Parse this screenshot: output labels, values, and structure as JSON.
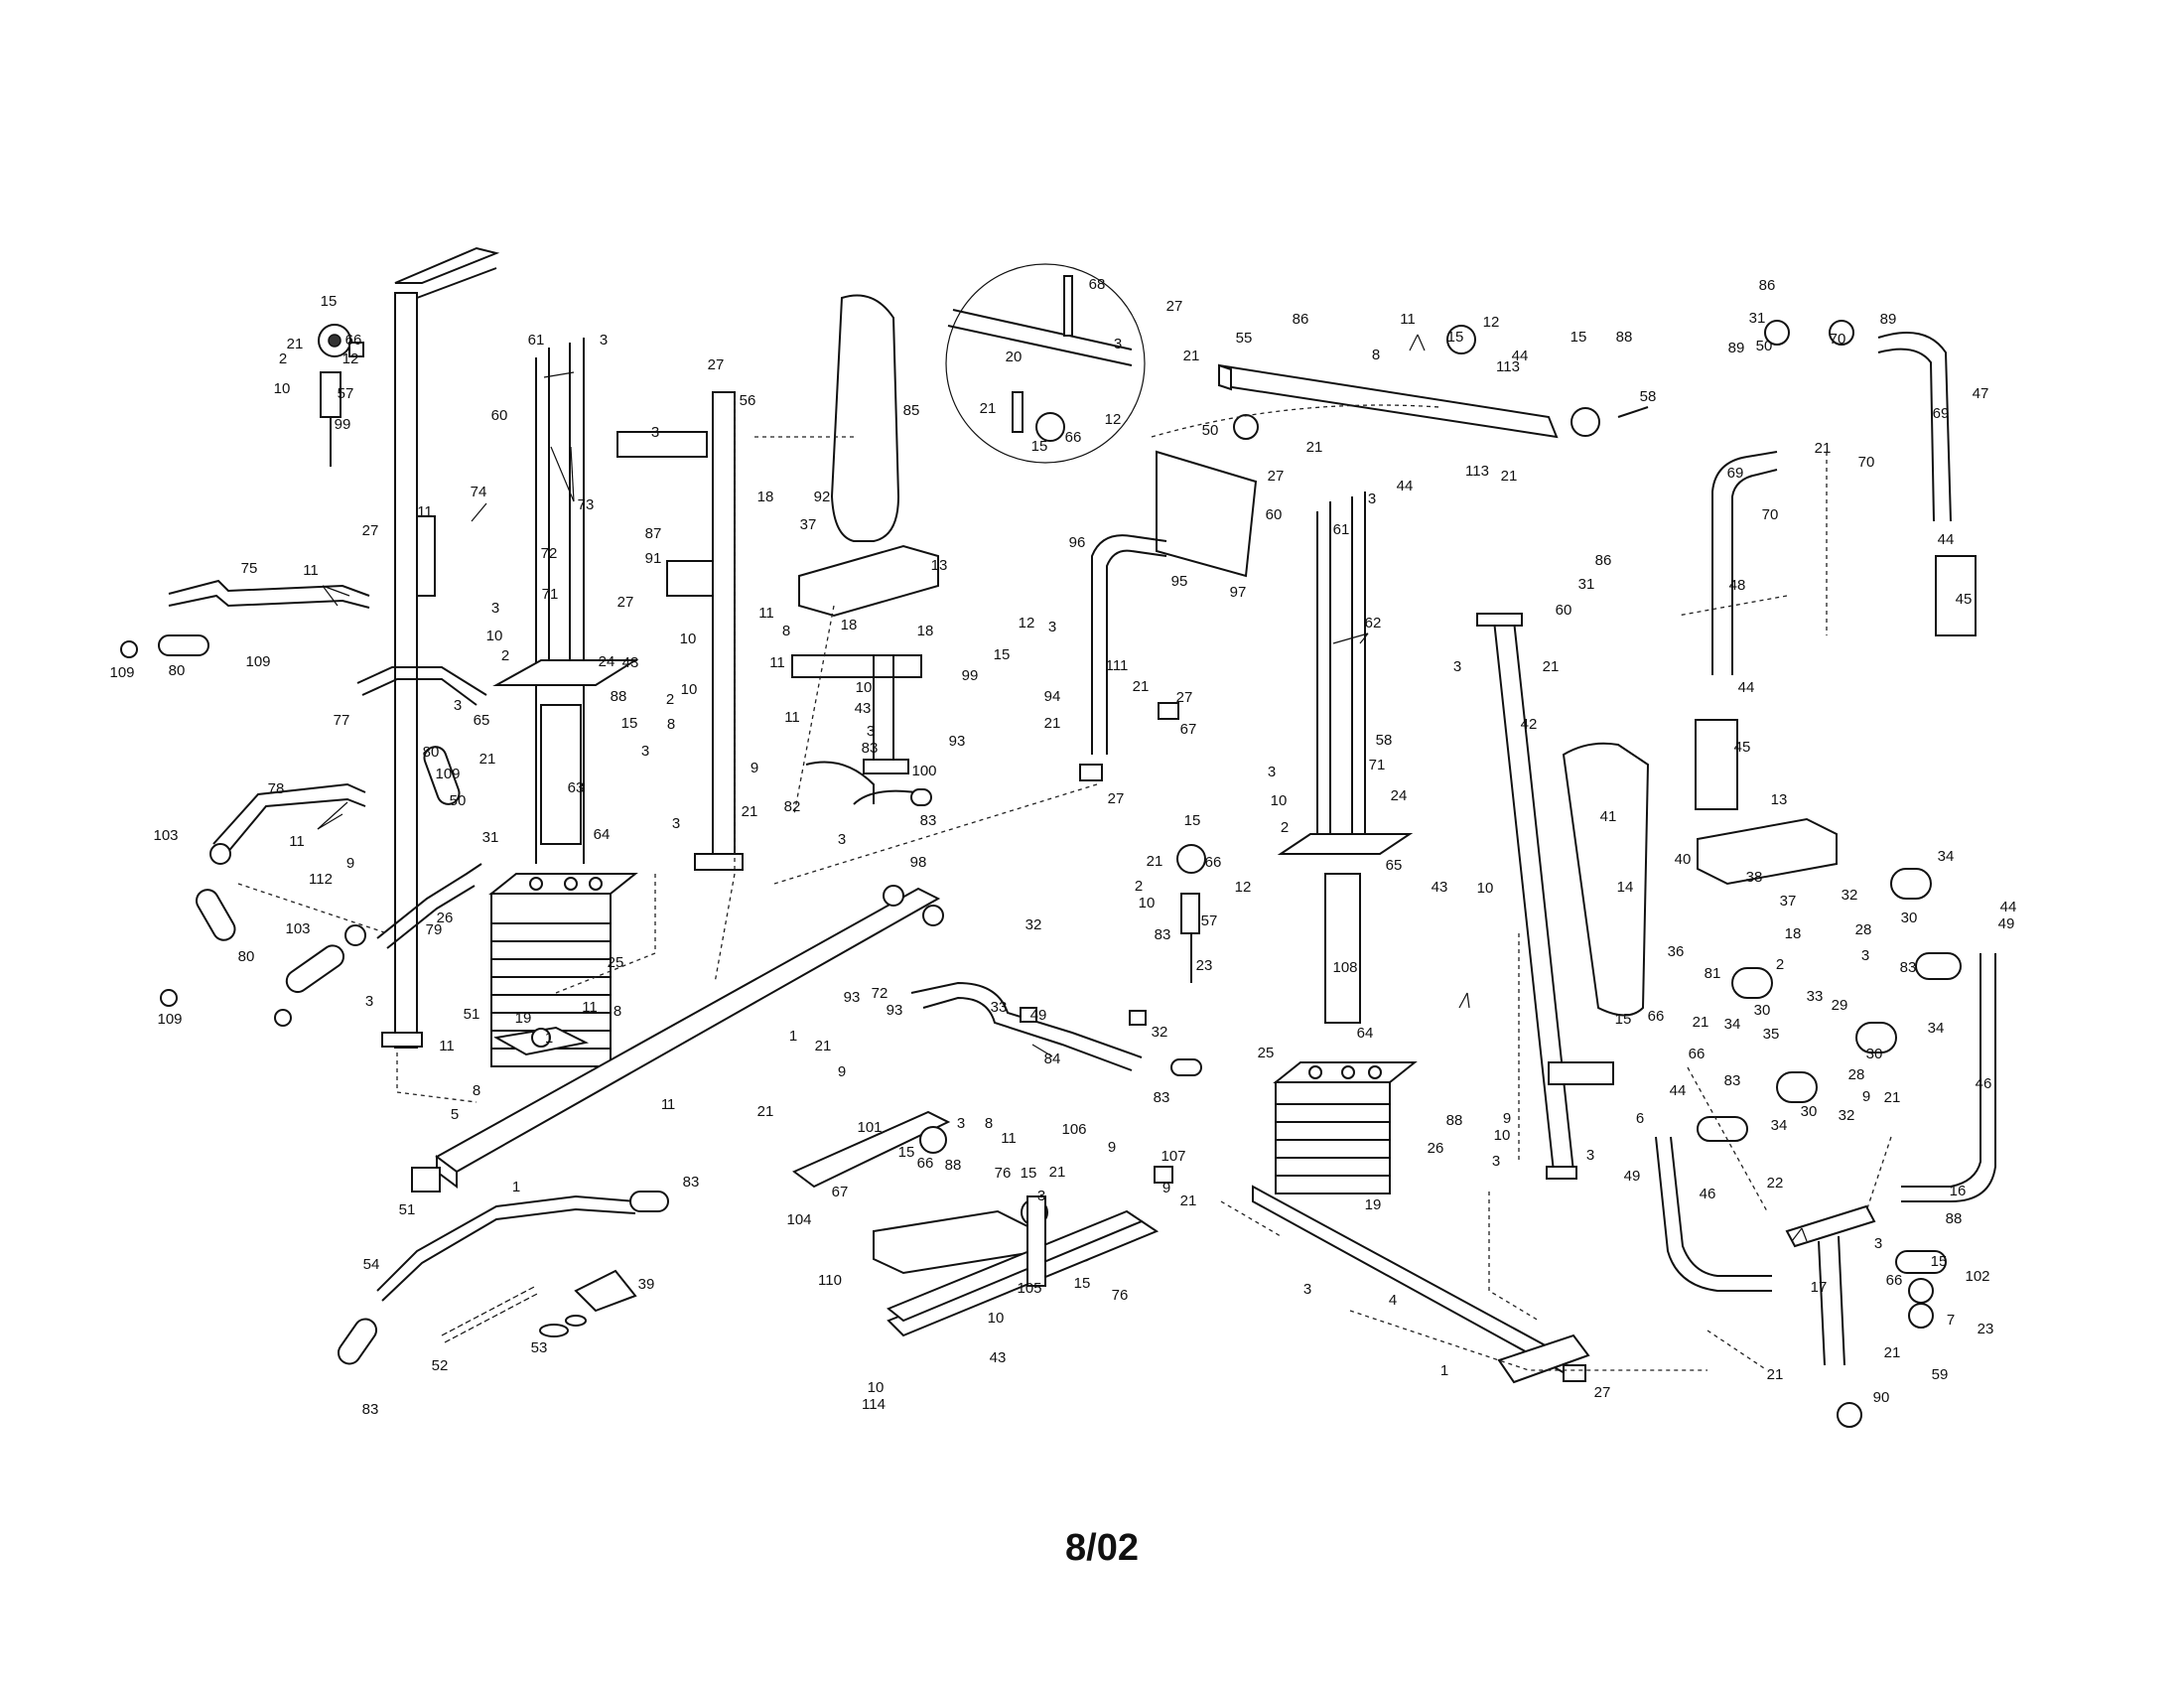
{
  "footer": {
    "date": "8/02"
  },
  "labels": [
    {
      "id": "l1",
      "t": "15"
    },
    {
      "id": "l2",
      "t": "21"
    },
    {
      "id": "l3",
      "t": "66"
    },
    {
      "id": "l4",
      "t": "2"
    },
    {
      "id": "l5",
      "t": "12"
    },
    {
      "id": "l6",
      "t": "10"
    },
    {
      "id": "l7",
      "t": "57"
    },
    {
      "id": "l8",
      "t": "99"
    },
    {
      "id": "l9",
      "t": "61"
    },
    {
      "id": "l10",
      "t": "3"
    },
    {
      "id": "l11",
      "t": "60"
    },
    {
      "id": "l12",
      "t": "73"
    },
    {
      "id": "l13",
      "t": "74"
    },
    {
      "id": "l14",
      "t": "27"
    },
    {
      "id": "l15",
      "t": "11"
    },
    {
      "id": "l16",
      "t": "75"
    },
    {
      "id": "l17",
      "t": "11"
    },
    {
      "id": "l18",
      "t": "3"
    },
    {
      "id": "l19",
      "t": "72"
    },
    {
      "id": "l20",
      "t": "71"
    },
    {
      "id": "l21",
      "t": "10"
    },
    {
      "id": "l22",
      "t": "2"
    },
    {
      "id": "l23",
      "t": "24"
    },
    {
      "id": "l24",
      "t": "109"
    },
    {
      "id": "l25",
      "t": "80"
    },
    {
      "id": "l26",
      "t": "109"
    },
    {
      "id": "l27",
      "t": "77"
    },
    {
      "id": "l28",
      "t": "3"
    },
    {
      "id": "l29",
      "t": "65"
    },
    {
      "id": "l30",
      "t": "63"
    },
    {
      "id": "l31",
      "t": "80"
    },
    {
      "id": "l32",
      "t": "109"
    },
    {
      "id": "l33",
      "t": "21"
    },
    {
      "id": "l34",
      "t": "78"
    },
    {
      "id": "l35",
      "t": "50"
    },
    {
      "id": "l36",
      "t": "31"
    },
    {
      "id": "l37",
      "t": "11"
    },
    {
      "id": "l38",
      "t": "103"
    },
    {
      "id": "l39",
      "t": "9"
    },
    {
      "id": "l40",
      "t": "112"
    },
    {
      "id": "l41",
      "t": "64"
    },
    {
      "id": "l42",
      "t": "26"
    },
    {
      "id": "l43",
      "t": "79"
    },
    {
      "id": "l44",
      "t": "25"
    },
    {
      "id": "l45",
      "t": "103"
    },
    {
      "id": "l46",
      "t": "80"
    },
    {
      "id": "l47",
      "t": "109"
    },
    {
      "id": "l48",
      "t": "3"
    },
    {
      "id": "l49",
      "t": "51"
    },
    {
      "id": "l50",
      "t": "19"
    },
    {
      "id": "l51",
      "t": "11"
    },
    {
      "id": "l52",
      "t": "8"
    },
    {
      "id": "l53",
      "t": "11"
    },
    {
      "id": "l54",
      "t": "8"
    },
    {
      "id": "l55",
      "t": "5"
    },
    {
      "id": "l56",
      "t": "51"
    },
    {
      "id": "l57",
      "t": "1"
    },
    {
      "id": "l58",
      "t": "1"
    },
    {
      "id": "l59",
      "t": "1"
    },
    {
      "id": "l60",
      "t": "27"
    },
    {
      "id": "l61",
      "t": "3"
    },
    {
      "id": "l62",
      "t": "56"
    },
    {
      "id": "l63",
      "t": "87"
    },
    {
      "id": "l64",
      "t": "91"
    },
    {
      "id": "l65",
      "t": "27"
    },
    {
      "id": "l66",
      "t": "43"
    },
    {
      "id": "l67",
      "t": "10"
    },
    {
      "id": "l68",
      "t": "88"
    },
    {
      "id": "l69",
      "t": "2"
    },
    {
      "id": "l70",
      "t": "10"
    },
    {
      "id": "l71",
      "t": "15"
    },
    {
      "id": "l72",
      "t": "8"
    },
    {
      "id": "l73",
      "t": "3"
    },
    {
      "id": "l74",
      "t": "9"
    },
    {
      "id": "l75",
      "t": "21"
    },
    {
      "id": "l76",
      "t": "3"
    },
    {
      "id": "l77",
      "t": "85"
    },
    {
      "id": "l78",
      "t": "92"
    },
    {
      "id": "l79",
      "t": "18"
    },
    {
      "id": "l80",
      "t": "37"
    },
    {
      "id": "l81",
      "t": "13"
    },
    {
      "id": "l82",
      "t": "11"
    },
    {
      "id": "l83",
      "t": "8"
    },
    {
      "id": "l84",
      "t": "18"
    },
    {
      "id": "l85",
      "t": "18"
    },
    {
      "id": "l86",
      "t": "11"
    },
    {
      "id": "l87",
      "t": "10"
    },
    {
      "id": "l88",
      "t": "43"
    },
    {
      "id": "l89",
      "t": "3"
    },
    {
      "id": "l90",
      "t": "11"
    },
    {
      "id": "l91",
      "t": "100"
    },
    {
      "id": "l92",
      "t": "83"
    },
    {
      "id": "l93",
      "t": "82"
    },
    {
      "id": "l94",
      "t": "3"
    },
    {
      "id": "l95",
      "t": "83"
    },
    {
      "id": "l96",
      "t": "98"
    },
    {
      "id": "l97",
      "t": "68"
    },
    {
      "id": "l98",
      "t": "20"
    },
    {
      "id": "l99",
      "t": "3"
    },
    {
      "id": "l100",
      "t": "21"
    },
    {
      "id": "l101",
      "t": "12"
    },
    {
      "id": "l102",
      "t": "15"
    },
    {
      "id": "l103",
      "t": "66"
    },
    {
      "id": "l104",
      "t": "27"
    },
    {
      "id": "l105",
      "t": "55"
    },
    {
      "id": "l106",
      "t": "86"
    },
    {
      "id": "l107",
      "t": "11"
    },
    {
      "id": "l108",
      "t": "12"
    },
    {
      "id": "l109",
      "t": "8"
    },
    {
      "id": "l110",
      "t": "15"
    },
    {
      "id": "l111",
      "t": "44"
    },
    {
      "id": "l112",
      "t": "113"
    },
    {
      "id": "l113",
      "t": "15"
    },
    {
      "id": "l114",
      "t": "88"
    },
    {
      "id": "l115",
      "t": "58"
    },
    {
      "id": "l116",
      "t": "21"
    },
    {
      "id": "l117",
      "t": "50"
    },
    {
      "id": "l118",
      "t": "21"
    },
    {
      "id": "l119",
      "t": "44"
    },
    {
      "id": "l120",
      "t": "113"
    },
    {
      "id": "l121",
      "t": "21"
    },
    {
      "id": "l122",
      "t": "27"
    },
    {
      "id": "l123",
      "t": "95"
    },
    {
      "id": "l124",
      "t": "97"
    },
    {
      "id": "l125",
      "t": "60"
    },
    {
      "id": "l126",
      "t": "3"
    },
    {
      "id": "l127",
      "t": "61"
    },
    {
      "id": "l128",
      "t": "96"
    },
    {
      "id": "l129",
      "t": "12"
    },
    {
      "id": "l130",
      "t": "3"
    },
    {
      "id": "l131",
      "t": "99"
    },
    {
      "id": "l132",
      "t": "15"
    },
    {
      "id": "l133",
      "t": "94"
    },
    {
      "id": "l134",
      "t": "111"
    },
    {
      "id": "l135",
      "t": "21"
    },
    {
      "id": "l136",
      "t": "27"
    },
    {
      "id": "l137",
      "t": "93"
    },
    {
      "id": "l138",
      "t": "21"
    },
    {
      "id": "l139",
      "t": "67"
    },
    {
      "id": "l140",
      "t": "27"
    },
    {
      "id": "l141",
      "t": "62"
    },
    {
      "id": "l142",
      "t": "58"
    },
    {
      "id": "l143",
      "t": "71"
    },
    {
      "id": "l144",
      "t": "3"
    },
    {
      "id": "l145",
      "t": "10"
    },
    {
      "id": "l146",
      "t": "24"
    },
    {
      "id": "l147",
      "t": "2"
    },
    {
      "id": "l148",
      "t": "65"
    },
    {
      "id": "l149",
      "t": "108"
    },
    {
      "id": "l150",
      "t": "64"
    },
    {
      "id": "l151",
      "t": "25"
    },
    {
      "id": "l152",
      "t": "19"
    },
    {
      "id": "l153",
      "t": "26"
    },
    {
      "id": "l154",
      "t": "3"
    },
    {
      "id": "l155",
      "t": "4"
    },
    {
      "id": "l156",
      "t": "1"
    },
    {
      "id": "l157",
      "t": "27"
    },
    {
      "id": "l158",
      "t": "86"
    },
    {
      "id": "l159",
      "t": "31"
    },
    {
      "id": "l160",
      "t": "60"
    },
    {
      "id": "l161",
      "t": "3"
    },
    {
      "id": "l162",
      "t": "21"
    },
    {
      "id": "l163",
      "t": "42"
    },
    {
      "id": "l164",
      "t": "41"
    },
    {
      "id": "l165",
      "t": "43"
    },
    {
      "id": "l166",
      "t": "10"
    },
    {
      "id": "l167",
      "t": "88"
    },
    {
      "id": "l168",
      "t": "9"
    },
    {
      "id": "l169",
      "t": "10"
    },
    {
      "id": "l170",
      "t": "3"
    },
    {
      "id": "l171",
      "t": "3"
    },
    {
      "id": "l172",
      "t": "86"
    },
    {
      "id": "l173",
      "t": "31"
    },
    {
      "id": "l174",
      "t": "89"
    },
    {
      "id": "l175",
      "t": "50"
    },
    {
      "id": "l176",
      "t": "70"
    },
    {
      "id": "l177",
      "t": "47"
    },
    {
      "id": "l178",
      "t": "89"
    },
    {
      "id": "l179",
      "t": "21"
    },
    {
      "id": "l180",
      "t": "69"
    },
    {
      "id": "l181",
      "t": "69"
    },
    {
      "id": "l182",
      "t": "70"
    },
    {
      "id": "l183",
      "t": "70"
    },
    {
      "id": "l184",
      "t": "48"
    },
    {
      "id": "l185",
      "t": "44"
    },
    {
      "id": "l186",
      "t": "45"
    },
    {
      "id": "l187",
      "t": "44"
    },
    {
      "id": "l188",
      "t": "45"
    },
    {
      "id": "l189",
      "t": "13"
    },
    {
      "id": "l190",
      "t": "34"
    },
    {
      "id": "l191",
      "t": "40"
    },
    {
      "id": "l192",
      "t": "38"
    },
    {
      "id": "l193",
      "t": "37"
    },
    {
      "id": "l194",
      "t": "32"
    },
    {
      "id": "l195",
      "t": "18"
    },
    {
      "id": "l196",
      "t": "28"
    },
    {
      "id": "l197",
      "t": "30"
    },
    {
      "id": "l198",
      "t": "14"
    },
    {
      "id": "l199",
      "t": "36"
    },
    {
      "id": "l200",
      "t": "81"
    },
    {
      "id": "l201",
      "t": "2"
    },
    {
      "id": "l202",
      "t": "3"
    },
    {
      "id": "l203",
      "t": "33"
    },
    {
      "id": "l204",
      "t": "44"
    },
    {
      "id": "l205",
      "t": "49"
    },
    {
      "id": "l206",
      "t": "83"
    },
    {
      "id": "l207",
      "t": "30"
    },
    {
      "id": "l208",
      "t": "34"
    },
    {
      "id": "l209",
      "t": "29"
    },
    {
      "id": "l210",
      "t": "34"
    },
    {
      "id": "l211",
      "t": "35"
    },
    {
      "id": "l212",
      "t": "30"
    },
    {
      "id": "l213",
      "t": "28"
    },
    {
      "id": "l214",
      "t": "9"
    },
    {
      "id": "l215",
      "t": "21"
    },
    {
      "id": "l216",
      "t": "46"
    },
    {
      "id": "l217",
      "t": "66"
    },
    {
      "id": "l218",
      "t": "21"
    },
    {
      "id": "l219",
      "t": "15"
    },
    {
      "id": "l220",
      "t": "66"
    },
    {
      "id": "l221",
      "t": "44"
    },
    {
      "id": "l222",
      "t": "6"
    },
    {
      "id": "l223",
      "t": "83"
    },
    {
      "id": "l224",
      "t": "30"
    },
    {
      "id": "l225",
      "t": "32"
    },
    {
      "id": "l226",
      "t": "34"
    },
    {
      "id": "l227",
      "t": "49"
    },
    {
      "id": "l228",
      "t": "46"
    },
    {
      "id": "l229",
      "t": "22"
    },
    {
      "id": "l230",
      "t": "16"
    },
    {
      "id": "l231",
      "t": "3"
    },
    {
      "id": "l232",
      "t": "88"
    },
    {
      "id": "l233",
      "t": "15"
    },
    {
      "id": "l234",
      "t": "102"
    },
    {
      "id": "l235",
      "t": "66"
    },
    {
      "id": "l236",
      "t": "7"
    },
    {
      "id": "l237",
      "t": "17"
    },
    {
      "id": "l238",
      "t": "23"
    },
    {
      "id": "l239",
      "t": "21"
    },
    {
      "id": "l240",
      "t": "59"
    },
    {
      "id": "l241",
      "t": "21"
    },
    {
      "id": "l242",
      "t": "90"
    },
    {
      "id": "l243",
      "t": "83"
    },
    {
      "id": "l244",
      "t": "32"
    },
    {
      "id": "l245",
      "t": "93"
    },
    {
      "id": "l246",
      "t": "72"
    },
    {
      "id": "l247",
      "t": "93"
    },
    {
      "id": "l248",
      "t": "33"
    },
    {
      "id": "l249",
      "t": "49"
    },
    {
      "id": "l250",
      "t": "32"
    },
    {
      "id": "l251",
      "t": "21"
    },
    {
      "id": "l252",
      "t": "9"
    },
    {
      "id": "l253",
      "t": "84"
    },
    {
      "id": "l254",
      "t": "83"
    },
    {
      "id": "l255",
      "t": "21"
    },
    {
      "id": "l256",
      "t": "101"
    },
    {
      "id": "l257",
      "t": "3"
    },
    {
      "id": "l258",
      "t": "8"
    },
    {
      "id": "l259",
      "t": "11"
    },
    {
      "id": "l260",
      "t": "15"
    },
    {
      "id": "l261",
      "t": "66"
    },
    {
      "id": "l262",
      "t": "88"
    },
    {
      "id": "l263",
      "t": "67"
    },
    {
      "id": "l264",
      "t": "106"
    },
    {
      "id": "l265",
      "t": "9"
    },
    {
      "id": "l266",
      "t": "107"
    },
    {
      "id": "l267",
      "t": "76"
    },
    {
      "id": "l268",
      "t": "15"
    },
    {
      "id": "l269",
      "t": "21"
    },
    {
      "id": "l270",
      "t": "3"
    },
    {
      "id": "l271",
      "t": "9"
    },
    {
      "id": "l272",
      "t": "21"
    },
    {
      "id": "l273",
      "t": "104"
    },
    {
      "id": "l274",
      "t": "110"
    },
    {
      "id": "l275",
      "t": "105"
    },
    {
      "id": "l276",
      "t": "15"
    },
    {
      "id": "l277",
      "t": "76"
    },
    {
      "id": "l278",
      "t": "10"
    },
    {
      "id": "l279",
      "t": "43"
    },
    {
      "id": "l280",
      "t": "10"
    },
    {
      "id": "l281",
      "t": "114"
    },
    {
      "id": "l282",
      "t": "15"
    },
    {
      "id": "l283",
      "t": "21"
    },
    {
      "id": "l284",
      "t": "66"
    },
    {
      "id": "l285",
      "t": "2"
    },
    {
      "id": "l286",
      "t": "12"
    },
    {
      "id": "l287",
      "t": "10"
    },
    {
      "id": "l288",
      "t": "57"
    },
    {
      "id": "l289",
      "t": "23"
    },
    {
      "id": "l290",
      "t": "83"
    },
    {
      "id": "l291",
      "t": "54"
    },
    {
      "id": "l292",
      "t": "39"
    },
    {
      "id": "l293",
      "t": "52"
    },
    {
      "id": "l294",
      "t": "53"
    },
    {
      "id": "l295",
      "t": "83"
    },
    {
      "id": "l296",
      "t": "1"
    },
    {
      "id": "l297",
      "t": "1"
    }
  ]
}
